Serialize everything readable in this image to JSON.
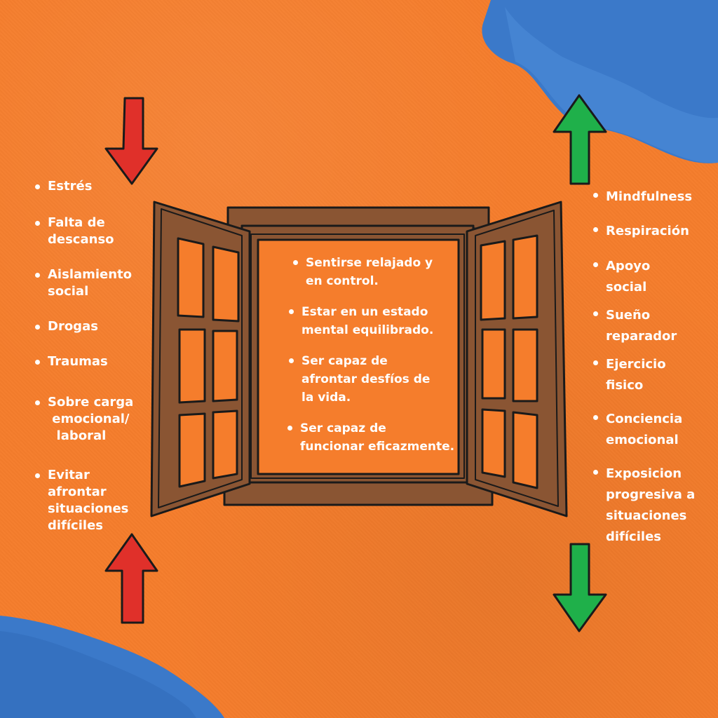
{
  "left_list": {
    "items": [
      "Estrés",
      "Falta de\ndescanso",
      "Aislamiento\nsocial",
      "Drogas",
      "Traumas",
      "Sobre carga\n emocional/\n  laboral",
      "Evitar\nafrontar\nsituaciones\ndifíciles"
    ]
  },
  "center_list": {
    "items": [
      "Sentirse relajado y\nen control.",
      "Estar en un estado\nmental equilibrado.",
      "Ser capaz de\nafrontar desfíos de\nla vida.",
      "Ser capaz de\nfuncionar eficazmente."
    ]
  },
  "right_list": {
    "items": [
      "Mindfulness",
      "Respiración",
      "Apoyo\nsocial",
      "Sueño\nreparador",
      "Ejercicio\nfisico",
      "Conciencia\nemocional",
      "Exposicion\nprogresiva a\nsituaciones\ndifíciles"
    ]
  },
  "colors": {
    "background": "#f57d2c",
    "blob": "#3b79c9",
    "window_wood": "#8a5533",
    "arrow_red": "#e0302a",
    "arrow_green": "#1fb04a",
    "text": "#ffffff"
  },
  "icons": {
    "left_top_arrow": "arrow-down-red",
    "left_bottom_arrow": "arrow-up-red",
    "right_top_arrow": "arrow-up-green",
    "right_bottom_arrow": "arrow-down-green"
  }
}
